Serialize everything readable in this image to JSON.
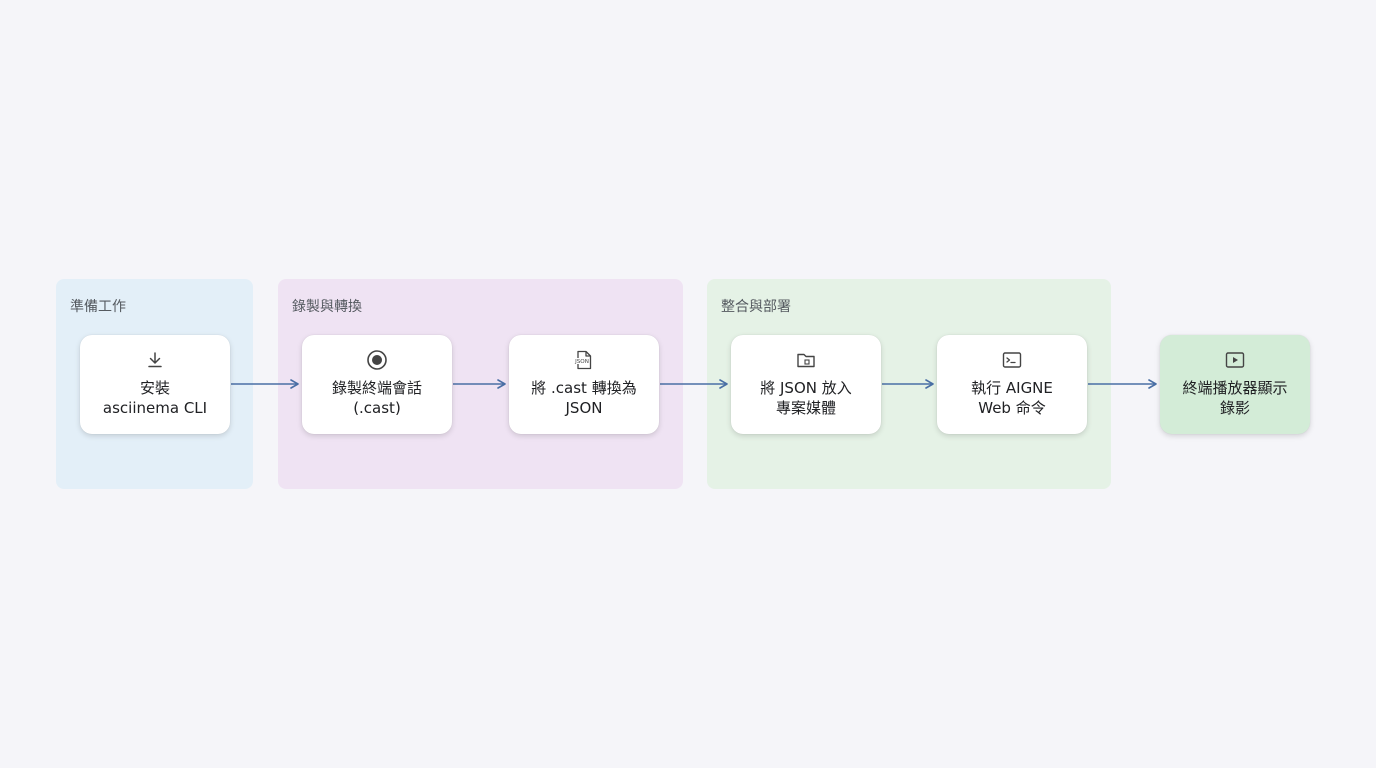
{
  "groups": {
    "prep": "準備工作",
    "record": "錄製與轉換",
    "integrate": "整合與部署"
  },
  "steps": [
    {
      "label": "安裝\nasciinema CLI",
      "icon": "download-icon"
    },
    {
      "label": "錄製終端會話\n(.cast)",
      "icon": "record-icon"
    },
    {
      "label": "將 .cast 轉換為\nJSON",
      "icon": "json-file-icon"
    },
    {
      "label": "將 JSON 放入\n專案媒體",
      "icon": "folder-icon"
    },
    {
      "label": "執行 AIGNE\nWeb 命令",
      "icon": "terminal-icon"
    },
    {
      "label": "終端播放器顯示\n錄影",
      "icon": "play-video-icon"
    }
  ],
  "colors": {
    "arrow": "#4a6fa5",
    "prep_bg": "#e3eff8",
    "record_bg": "#efe3f3",
    "integrate_bg": "#e5f2e6",
    "final_node_bg": "#d3ecd7"
  }
}
